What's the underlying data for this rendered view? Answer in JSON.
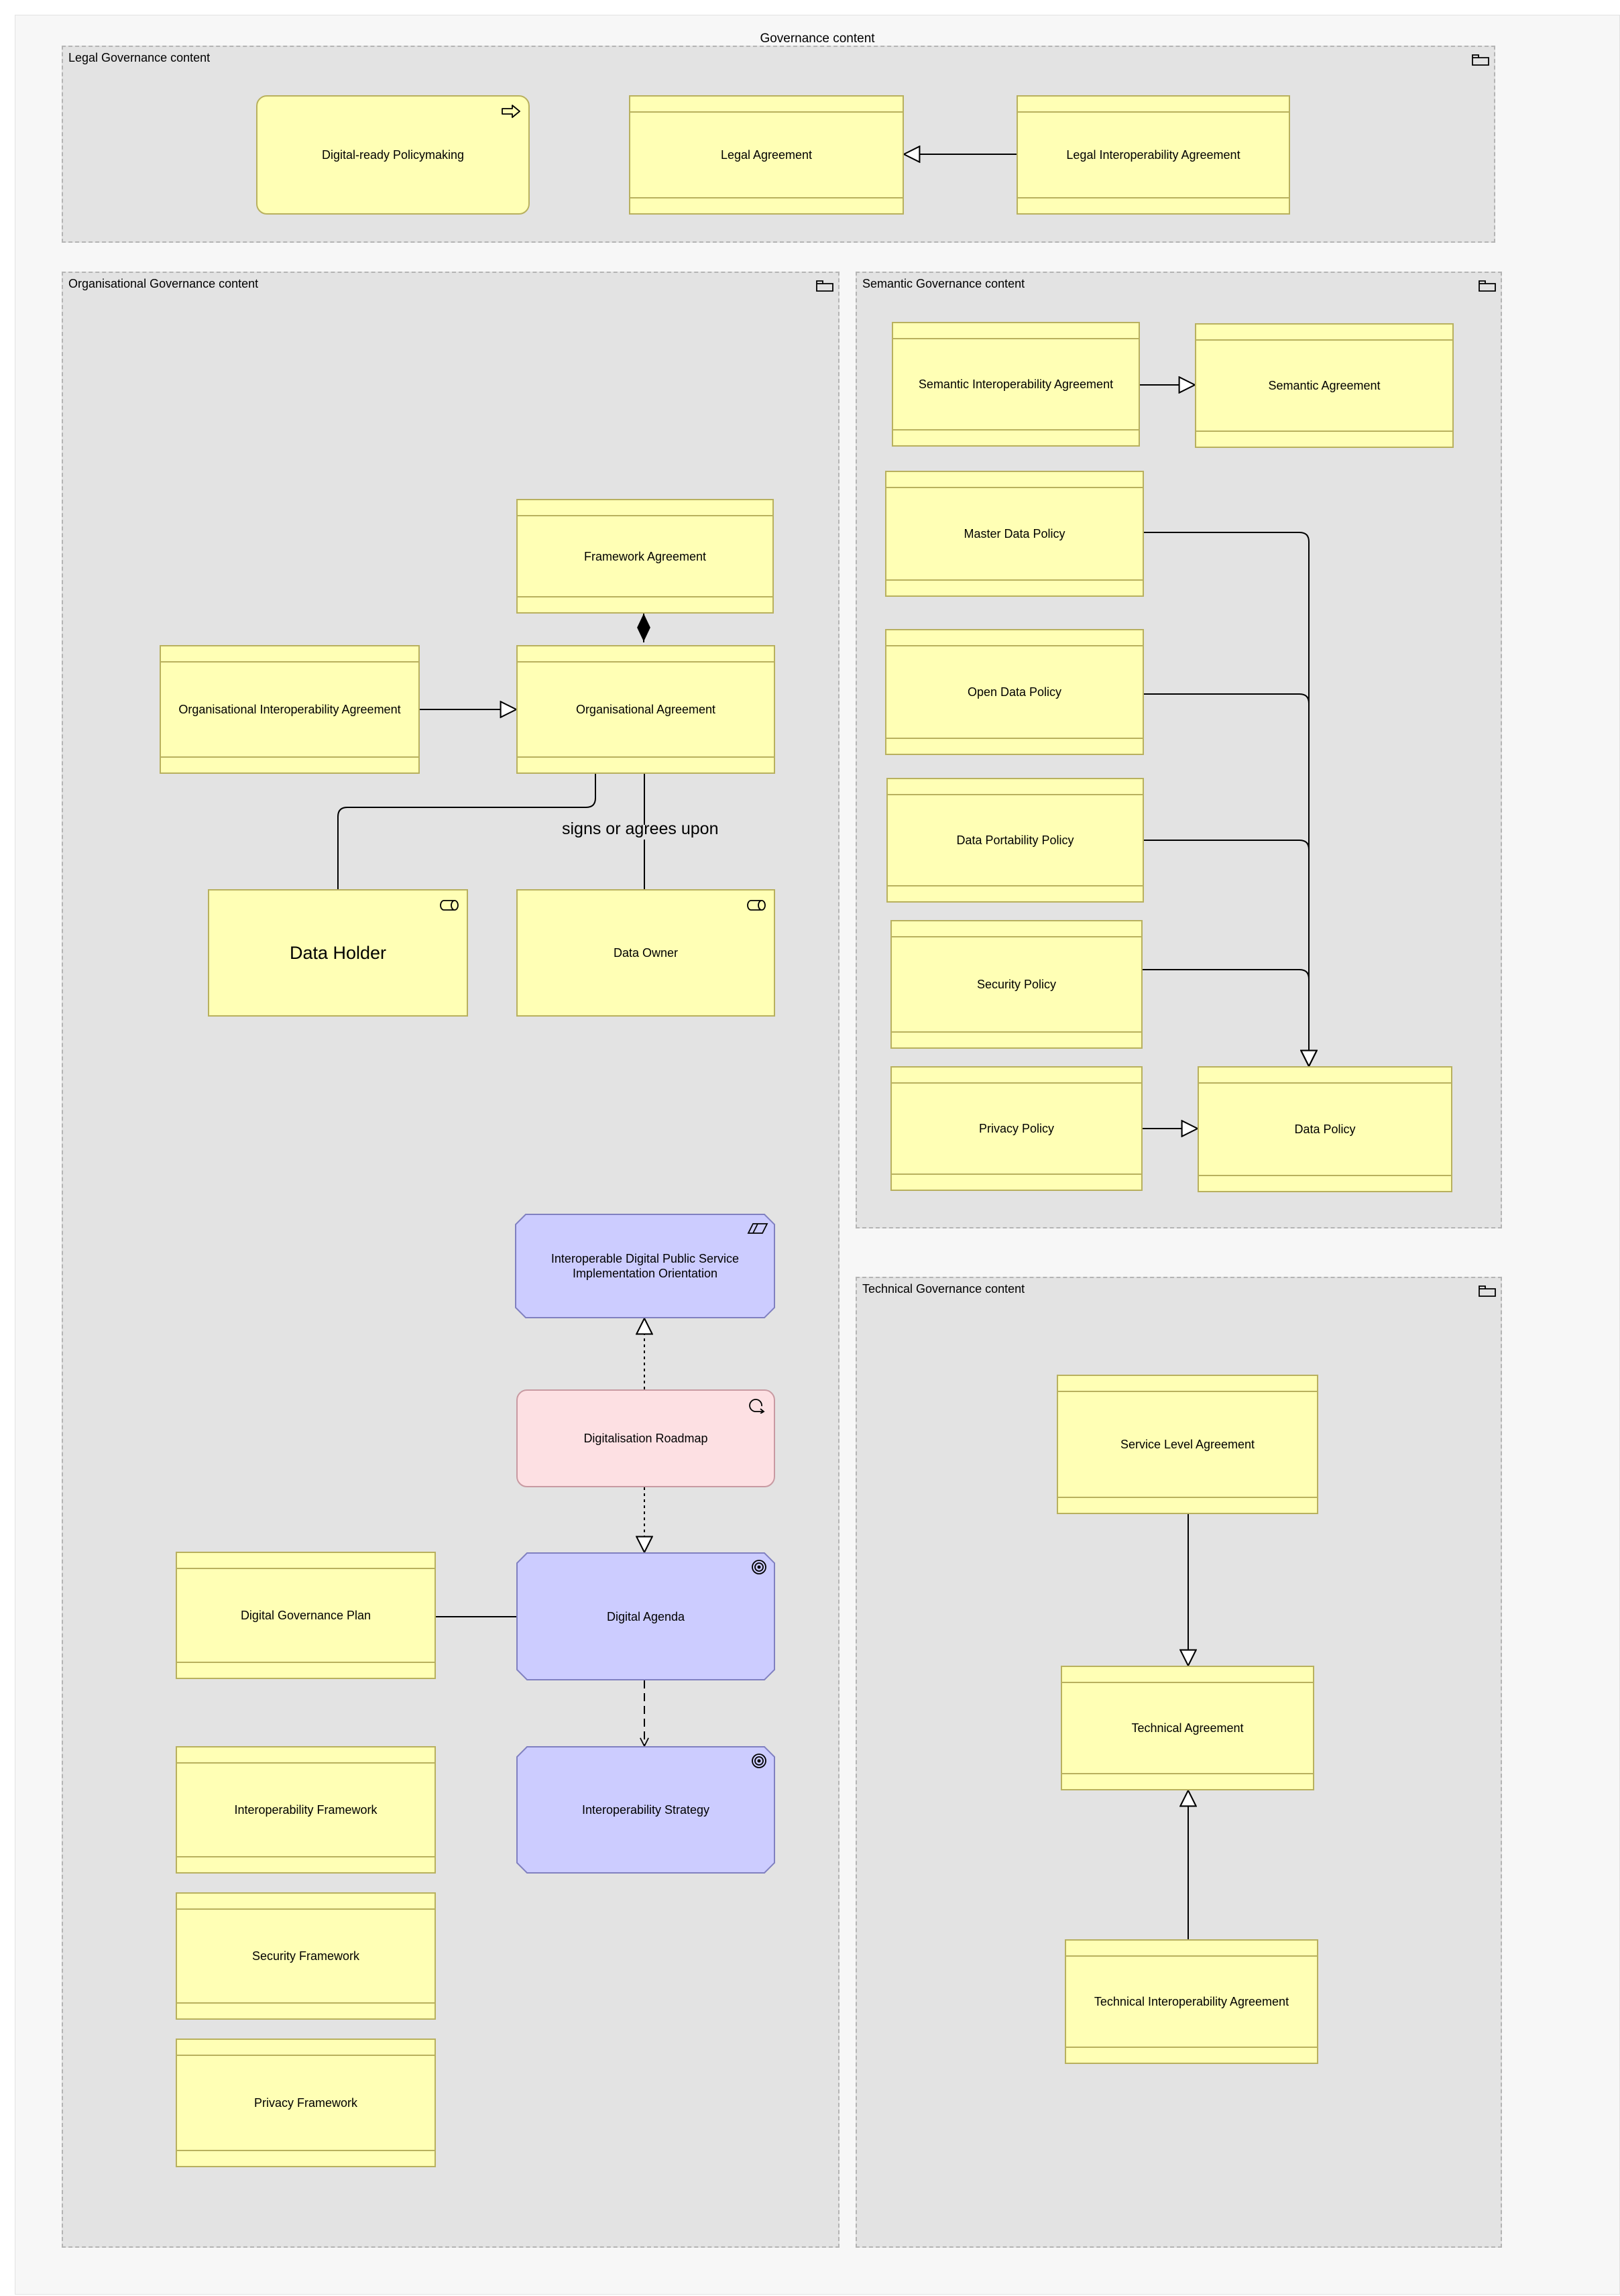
{
  "diagram": {
    "title": "Governance content",
    "groups": {
      "legal": "Legal Governance content",
      "organisational": "Organisational Governance content",
      "semantic": "Semantic Governance content",
      "technical": "Technical Governance content"
    },
    "icons": {
      "group": "folder-icon",
      "principle": "arrow-right-icon",
      "role": "cylinder-role-icon",
      "course_of_action": "parallelogram-icon",
      "work_package": "circular-arrow-icon",
      "goal": "target-icon"
    },
    "colors": {
      "contract_fill": "#ffffb5",
      "contract_border": "#b8b05e",
      "motivation_fill": "#ccccff",
      "motivation_border": "#8080c0",
      "work_package_fill": "#fde0e3",
      "group_fill": "#e3e3e3"
    },
    "nodes": {
      "digital_ready_policymaking": "Digital-ready Policymaking",
      "legal_agreement": "Legal Agreement",
      "legal_interoperability_agreement": "Legal Interoperability Agreement",
      "framework_agreement": "Framework Agreement",
      "organisational_interoperability_agreement": "Organisational Interoperability Agreement",
      "organisational_agreement": "Organisational Agreement",
      "data_holder": "Data Holder",
      "data_owner": "Data Owner",
      "interoperable_orientation": "Interoperable Digital Public Service Implementation Orientation",
      "digitalisation_roadmap": "Digitalisation Roadmap",
      "digital_governance_plan": "Digital Governance Plan",
      "digital_agenda": "Digital Agenda",
      "interoperability_framework": "Interoperability Framework",
      "interoperability_strategy": "Interoperability Strategy",
      "security_framework": "Security Framework",
      "privacy_framework": "Privacy Framework",
      "semantic_interoperability_agreement": "Semantic Interoperability Agreement",
      "semantic_agreement": "Semantic Agreement",
      "master_data_policy": "Master Data Policy",
      "open_data_policy": "Open Data Policy",
      "data_portability_policy": "Data Portability Policy",
      "security_policy": "Security Policy",
      "privacy_policy": "Privacy Policy",
      "data_policy": "Data Policy",
      "service_level_agreement": "Service Level Agreement",
      "technical_agreement": "Technical Agreement",
      "technical_interoperability_agreement": "Technical Interoperability Agreement"
    },
    "edge_labels": {
      "signs_or_agrees_upon": "signs or agrees upon"
    }
  }
}
